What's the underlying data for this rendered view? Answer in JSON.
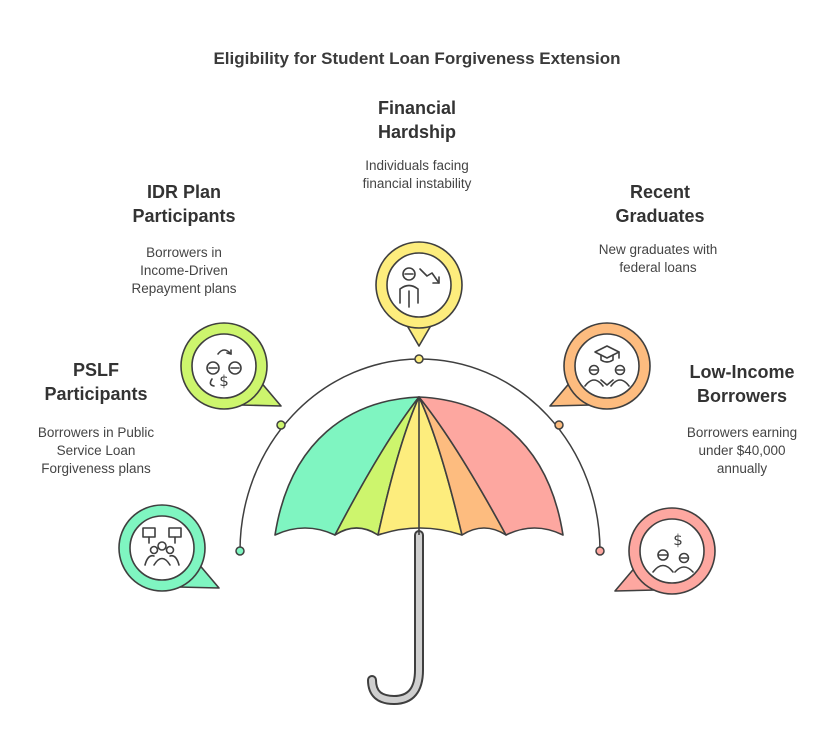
{
  "title": "Eligibility for Student Loan Forgiveness Extension",
  "colors": {
    "outline": "#3f3f3f",
    "green": "#7ff5c1",
    "lime": "#cdf56d",
    "yellow": "#fded7d",
    "orange": "#fdbc7f",
    "red": "#fda7a0",
    "handle": "#cfcfcf"
  },
  "items": [
    {
      "id": "pslf",
      "heading": [
        "PSLF",
        "Participants"
      ],
      "description": [
        "Borrowers in Public",
        "Service Loan",
        "Forgiveness plans"
      ],
      "icon": "speakers-group-icon",
      "color": "#7ff5c1"
    },
    {
      "id": "idr",
      "heading": [
        "IDR Plan",
        "Participants"
      ],
      "description": [
        "Borrowers in",
        "Income-Driven",
        "Repayment plans"
      ],
      "icon": "payment-exchange-icon",
      "color": "#cdf56d"
    },
    {
      "id": "hardship",
      "heading": [
        "Financial",
        "Hardship"
      ],
      "description": [
        "Individuals facing",
        "financial instability"
      ],
      "icon": "person-trend-down-icon",
      "color": "#fded7d"
    },
    {
      "id": "graduates",
      "heading": [
        "Recent",
        "Graduates"
      ],
      "description": [
        "New graduates with",
        "federal loans"
      ],
      "icon": "graduates-icon",
      "color": "#fdbc7f"
    },
    {
      "id": "lowincome",
      "heading": [
        "Low-Income",
        "Borrowers"
      ],
      "description": [
        "Borrowers earning",
        "under $40,000",
        "annually"
      ],
      "icon": "dollar-people-icon",
      "color": "#fda7a0"
    }
  ]
}
